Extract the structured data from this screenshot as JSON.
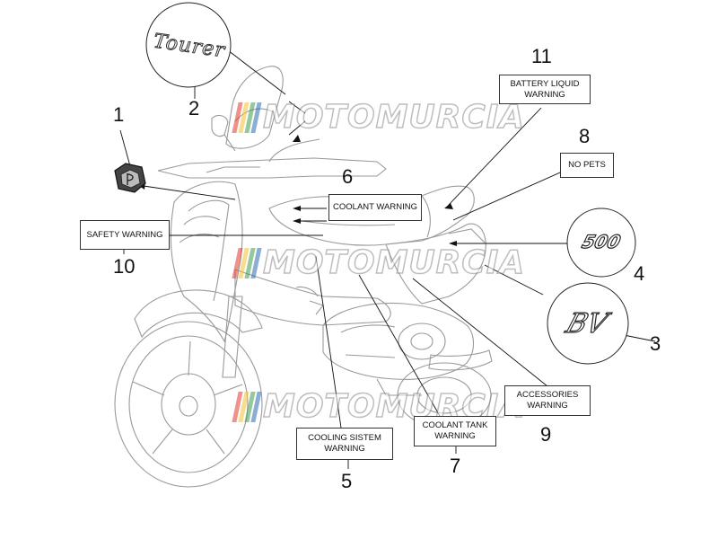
{
  "callouts": {
    "n1": "1",
    "n2": "2",
    "n3": "3",
    "n4": "4",
    "n5": "5",
    "n6": "6",
    "n7": "7",
    "n8": "8",
    "n9": "9",
    "n10": "10",
    "n11": "11"
  },
  "labels": {
    "battery_line1": "BATTERY LIQUID",
    "battery_line2": "WARNING",
    "no_pets": "NO PETS",
    "coolant_warning": "COOLANT WARNING",
    "safety_warning": "SAFETY WARNING",
    "accessories_line1": "ACCESSORIES",
    "accessories_line2": "WARNING",
    "coolant_tank_line1": "COOLANT TANK",
    "coolant_tank_line2": "WARNING",
    "cooling_line1": "COOLING SISTEM",
    "cooling_line2": "WARNING"
  },
  "decals": {
    "tourer": "Tourer",
    "model_500": "500",
    "bv": "BV"
  },
  "watermark": {
    "text": "MOTOMURCIA",
    "colors": [
      "#e23a2e",
      "#f2c233",
      "#3f9e4a",
      "#2f6db3"
    ]
  },
  "icons": {
    "badge": "piaggio-badge-icon"
  }
}
